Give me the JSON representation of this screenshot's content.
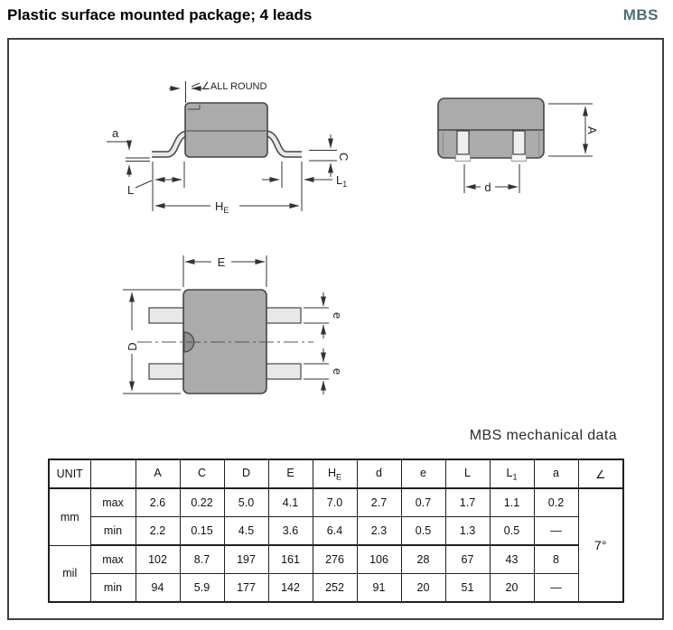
{
  "page": {
    "title": "Plastic surface mounted package; 4 leads",
    "package_code": "MBS",
    "accent_color": "#4b6f74"
  },
  "drawings": {
    "side_view": {
      "all_round_label": "∠ALL ROUND",
      "label_a": "a",
      "label_l": "L",
      "label_c": "C",
      "he_base": "H",
      "he_sub": "E",
      "l1_base": "L",
      "l1_sub": "1"
    },
    "front_view": {
      "label_a": "A",
      "label_d": "d"
    },
    "top_view": {
      "label_e_top": "E",
      "label_d": "D",
      "label_e1": "e",
      "label_e2": "e"
    }
  },
  "table": {
    "title": "MBS mechanical data",
    "unit_header": "UNIT",
    "columns": [
      {
        "label": "A"
      },
      {
        "label": "C"
      },
      {
        "label": "D"
      },
      {
        "label": "E"
      },
      {
        "label": "H",
        "sub": "E"
      },
      {
        "label": "d"
      },
      {
        "label": "e"
      },
      {
        "label": "L"
      },
      {
        "label": "L",
        "sub": "1"
      },
      {
        "label": "a"
      },
      {
        "label": "∠"
      }
    ],
    "groups": [
      {
        "unit": "mm",
        "rows": [
          {
            "label": "max",
            "values": [
              "2.6",
              "0.22",
              "5.0",
              "4.1",
              "7.0",
              "2.7",
              "0.7",
              "1.7",
              "1.1",
              "0.2"
            ]
          },
          {
            "label": "min",
            "values": [
              "2.2",
              "0.15",
              "4.5",
              "3.6",
              "6.4",
              "2.3",
              "0.5",
              "1.3",
              "0.5",
              "—"
            ]
          }
        ]
      },
      {
        "unit": "mil",
        "rows": [
          {
            "label": "max",
            "values": [
              "102",
              "8.7",
              "197",
              "161",
              "276",
              "106",
              "28",
              "67",
              "43",
              "8"
            ]
          },
          {
            "label": "min",
            "values": [
              "94",
              "5.9",
              "177",
              "142",
              "252",
              "91",
              "20",
              "51",
              "20",
              "—"
            ]
          }
        ]
      }
    ],
    "angle_value": "7°"
  },
  "colors": {
    "body_fill": "#ababab",
    "lead_fill": "#e8e8e8",
    "outline": "#454545",
    "dimension_line": "#333333"
  }
}
